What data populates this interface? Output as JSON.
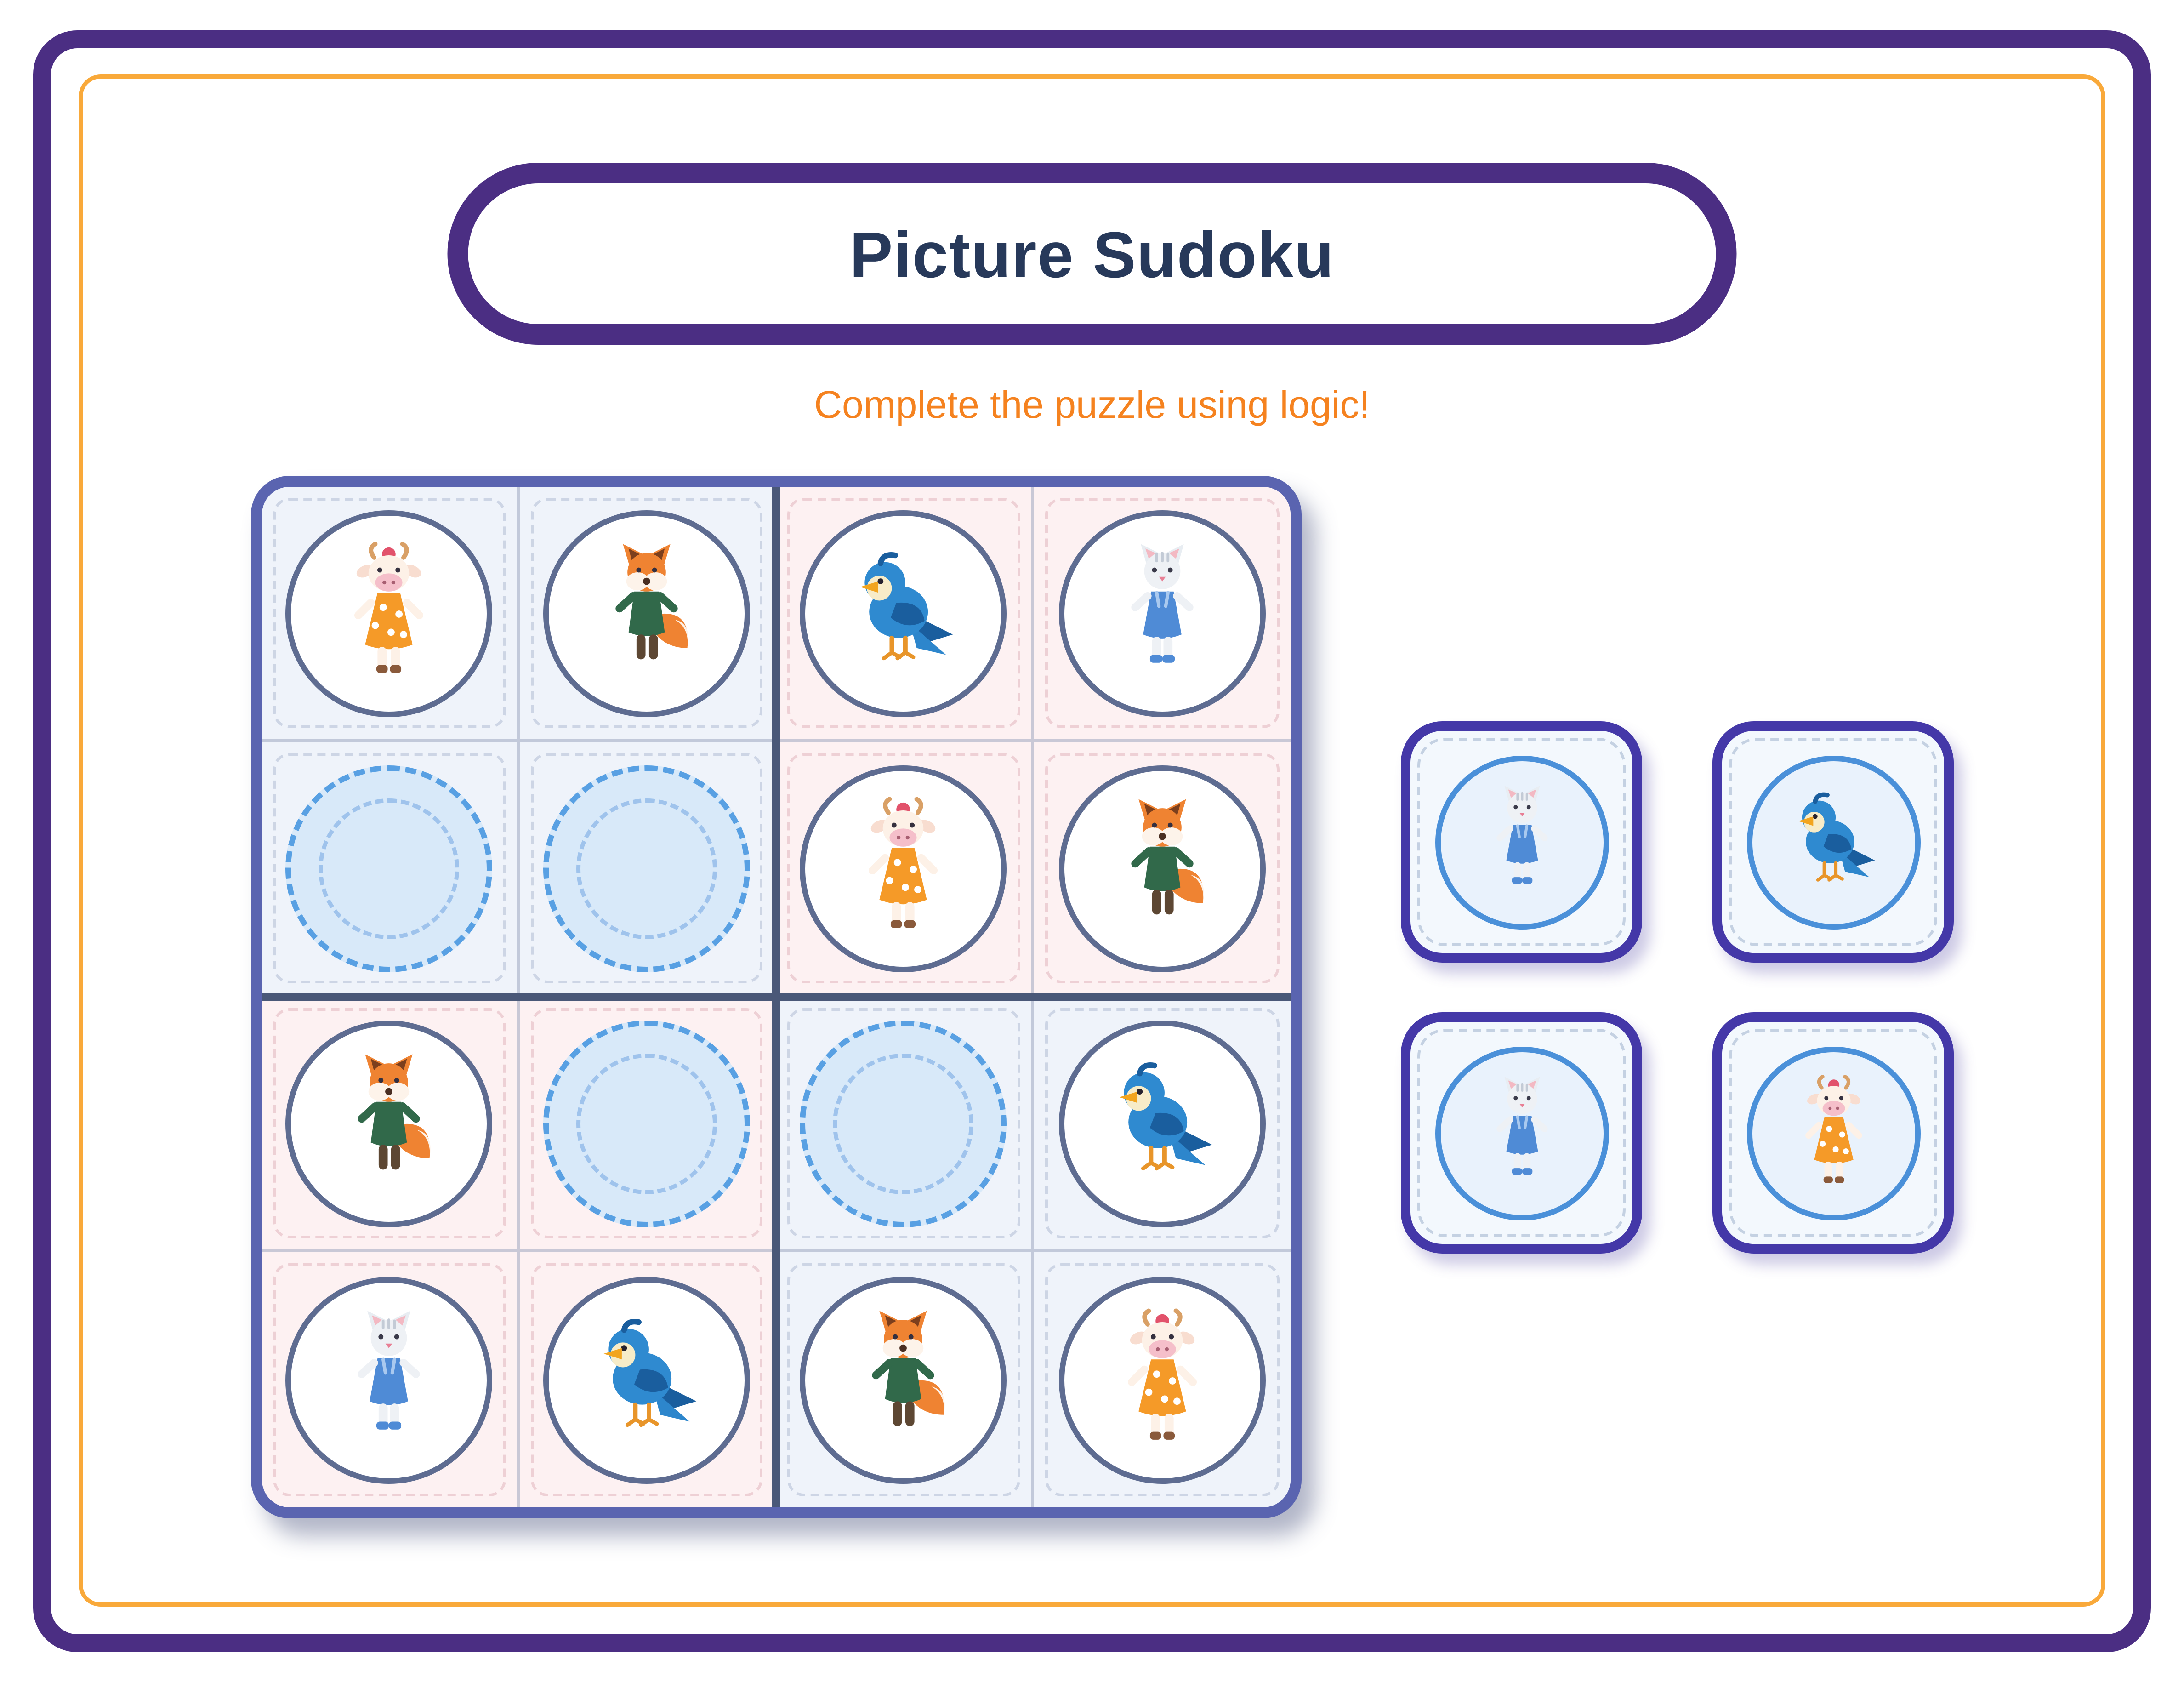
{
  "header": {
    "title": "Picture Sudoku",
    "subtitle": "Complete the puzzle using logic!"
  },
  "sudoku": {
    "rows": 4,
    "cols": 4,
    "animals": [
      "cow",
      "fox",
      "bird",
      "cat"
    ],
    "cells": [
      [
        "cow",
        "fox",
        "bird",
        "cat"
      ],
      [
        "empty",
        "empty",
        "cow",
        "fox"
      ],
      [
        "fox",
        "empty",
        "empty",
        "bird"
      ],
      [
        "cat",
        "bird",
        "fox",
        "cow"
      ]
    ]
  },
  "answer_tiles": [
    {
      "animal": "cat"
    },
    {
      "animal": "bird"
    },
    {
      "animal": "cat"
    },
    {
      "animal": "cow"
    }
  ],
  "icons": {
    "cow": "cow-icon",
    "fox": "fox-icon",
    "bird": "bird-icon",
    "cat": "cat-icon"
  },
  "colors": {
    "frame_purple": "#4b2e83",
    "frame_orange": "#f9a93a",
    "title_text": "#27395a",
    "subtitle_text": "#f5821f",
    "grid_border": "#5a64b0",
    "quadrant_blue": "#eff3fa",
    "quadrant_pink": "#fdf1f2",
    "circle_border": "#5e6c91",
    "empty_dash": "#58a0e3",
    "empty_fill": "#d8e9f9",
    "tile_border": "#4438a8",
    "tile_circle_border": "#4a90d9"
  }
}
